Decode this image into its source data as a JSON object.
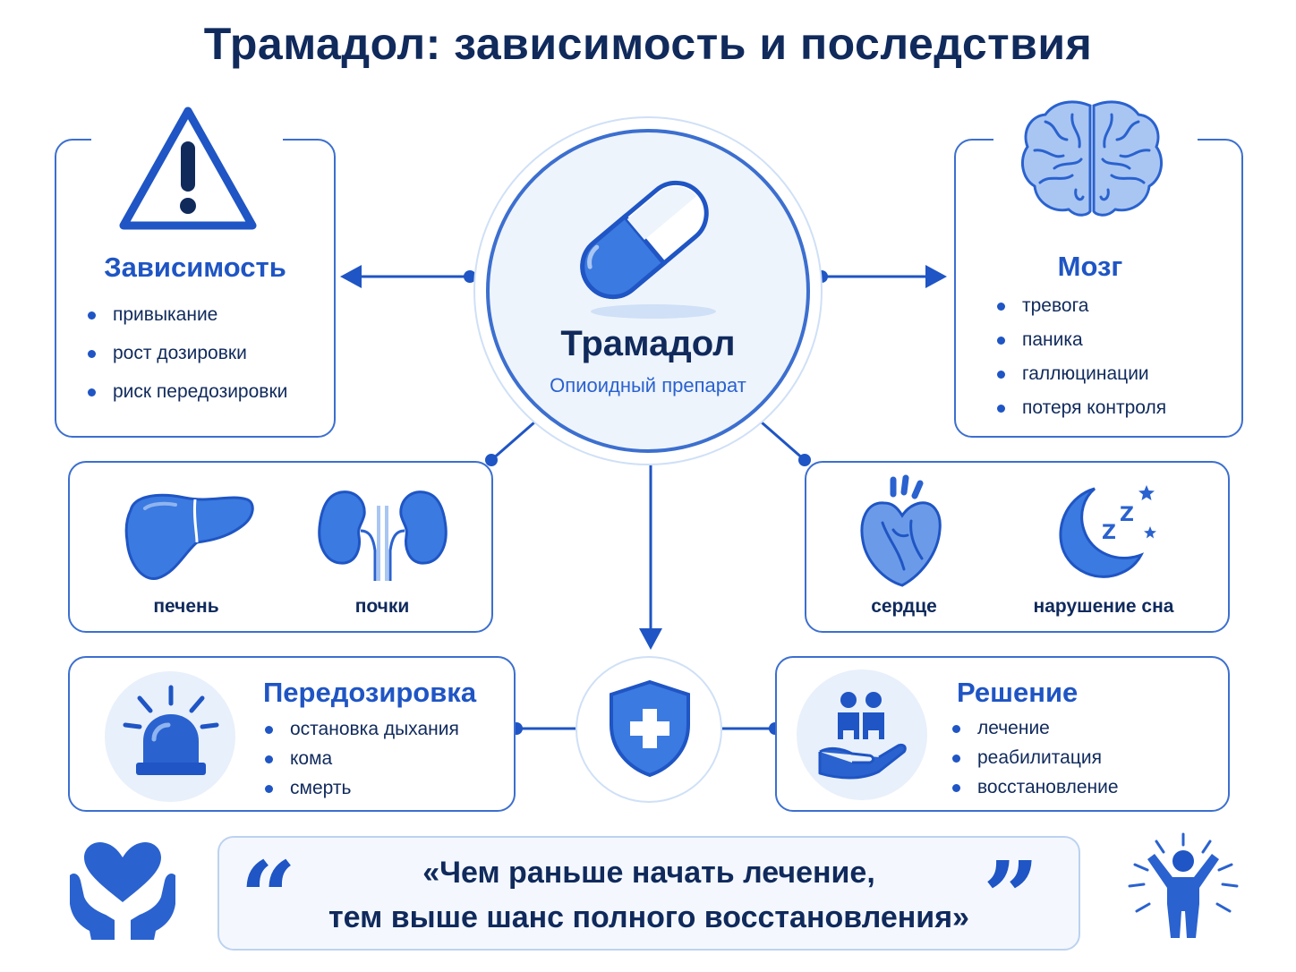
{
  "title": "Трамадол: зависимость и последствия",
  "center": {
    "name": "Трамадол",
    "subtitle": "Опиоидный препарат"
  },
  "dependence": {
    "heading": "Зависимость",
    "items": [
      "привыкание",
      "рост дозировки",
      "риск передозировки"
    ]
  },
  "brain": {
    "heading": "Мозг",
    "items": [
      "тревога",
      "паника",
      "галлюцинации",
      "потеря контроля"
    ]
  },
  "organs_left": {
    "liver": "печень",
    "kidneys": "почки"
  },
  "organs_right": {
    "heart": "сердце",
    "sleep": "нарушение сна"
  },
  "overdose": {
    "heading": "Передозировка",
    "items": [
      "остановка дыхания",
      "кома",
      "смерть"
    ]
  },
  "solution": {
    "heading": "Решение",
    "items": [
      "лечение",
      "реабилитация",
      "восстановление"
    ]
  },
  "quote": {
    "line1": "«Чем раньше начать лечение,",
    "line2": "тем выше шанс полного восстановления»",
    "open_mark": "“",
    "close_mark": "”"
  },
  "colors": {
    "primary": "#1f55c4",
    "dark": "#102a5c",
    "light": "#e8f0fb",
    "border": "#3c6fcf"
  },
  "icons": [
    "warning-icon",
    "brain-icon",
    "pill-icon",
    "liver-icon",
    "kidneys-icon",
    "heart-icon",
    "moon-icon",
    "siren-icon",
    "shield-icon",
    "family-hand-icon",
    "heart-hands-icon",
    "person-joy-icon"
  ]
}
